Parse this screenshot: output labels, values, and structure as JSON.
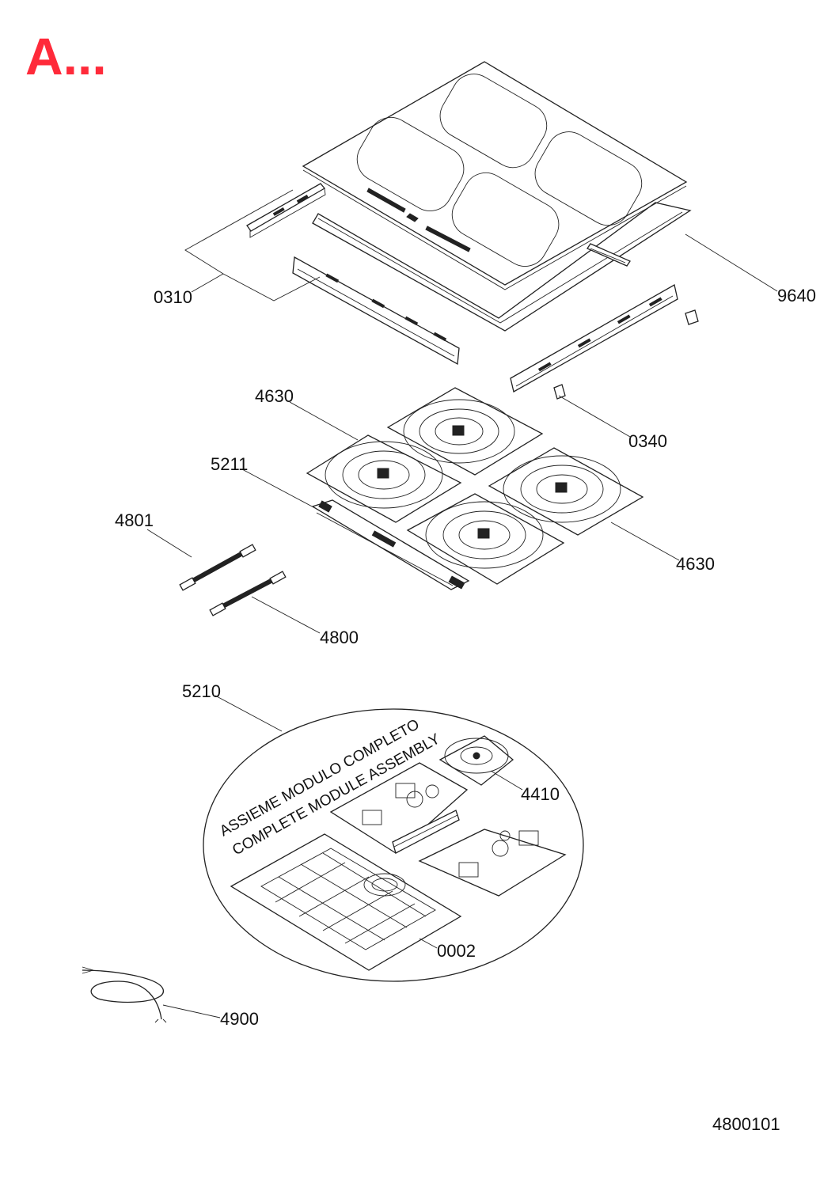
{
  "header": {
    "mark": "A..."
  },
  "assembly": {
    "label_it": "ASSIEME MODULO COMPLETO",
    "label_en": "COMPLETE MODULE ASSEMBLY"
  },
  "callouts": [
    {
      "id": "0310",
      "text": "0310"
    },
    {
      "id": "9640",
      "text": "9640"
    },
    {
      "id": "4630a",
      "text": "4630"
    },
    {
      "id": "0340",
      "text": "0340"
    },
    {
      "id": "5211",
      "text": "5211"
    },
    {
      "id": "4801",
      "text": "4801"
    },
    {
      "id": "4630b",
      "text": "4630"
    },
    {
      "id": "4800",
      "text": "4800"
    },
    {
      "id": "5210",
      "text": "5210"
    },
    {
      "id": "4410",
      "text": "4410"
    },
    {
      "id": "0002",
      "text": "0002"
    },
    {
      "id": "4900",
      "text": "4900"
    }
  ],
  "footer": {
    "doc_number": "4800101"
  },
  "colors": {
    "mark": "#ff2a3a",
    "line": "#222222",
    "background": "#ffffff"
  }
}
